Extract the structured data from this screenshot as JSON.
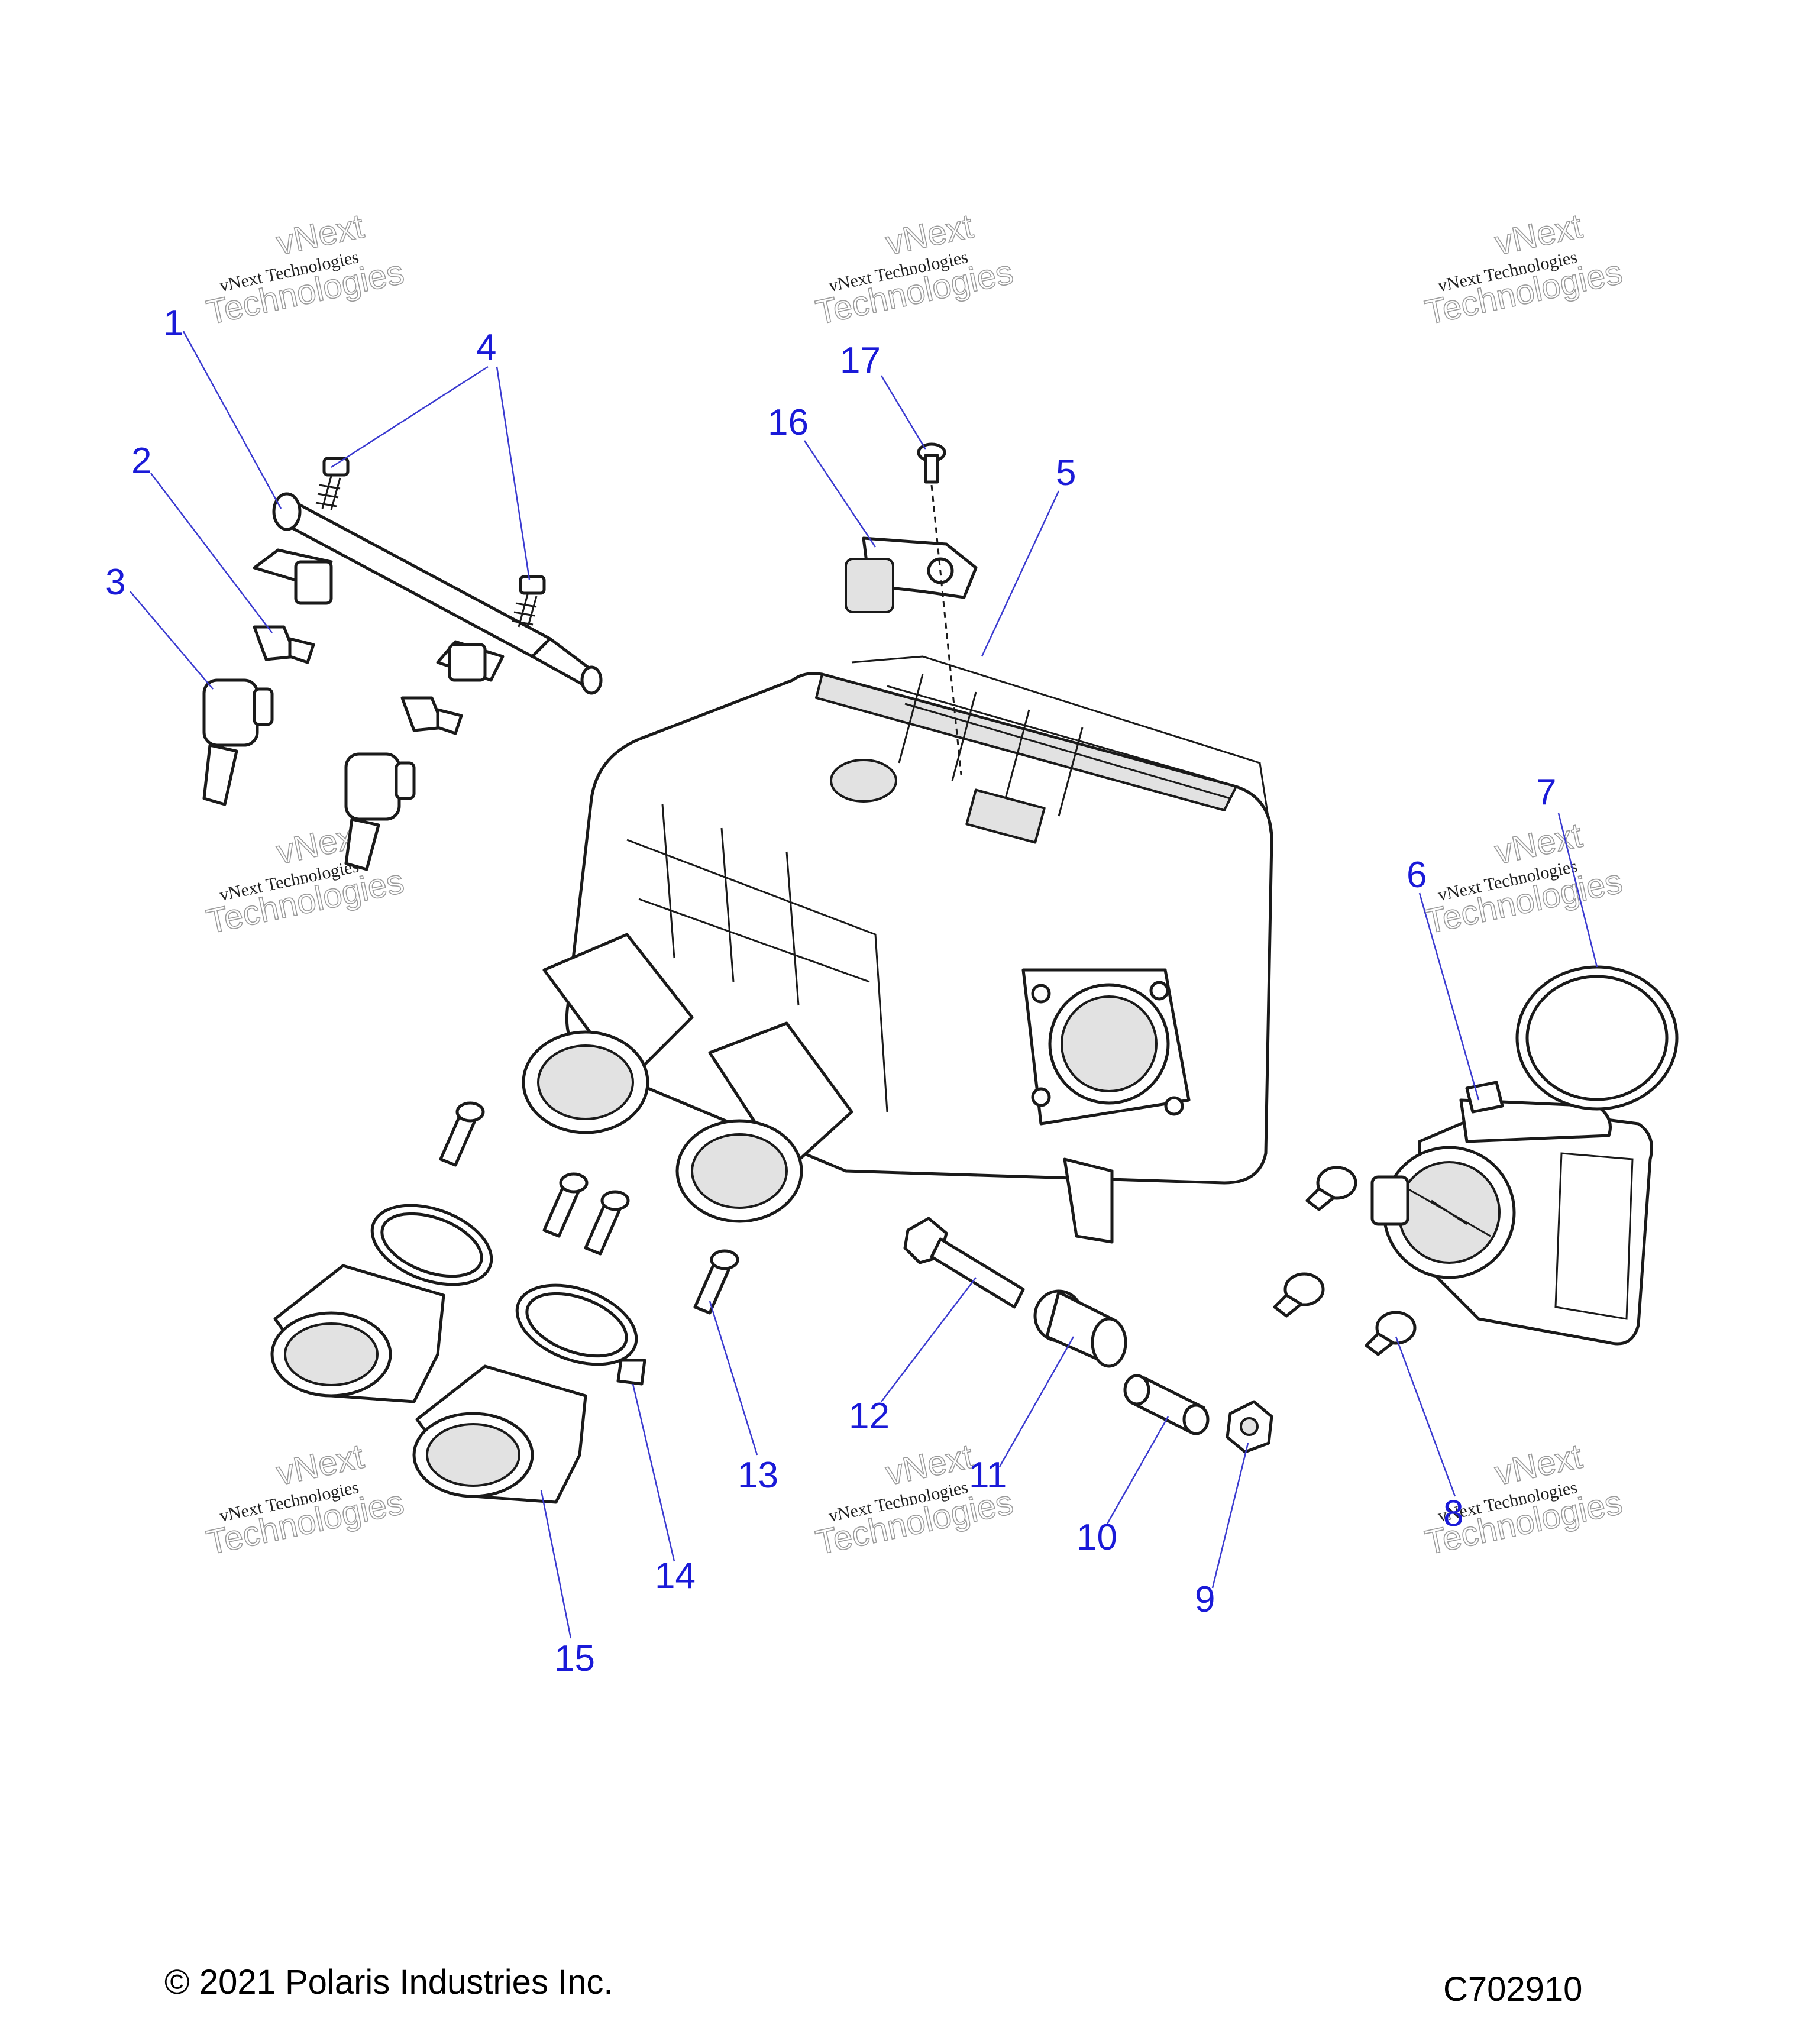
{
  "watermark": {
    "line_small": "vNext Technologies",
    "line_big_1": "vNext",
    "line_big_2": "Technologies"
  },
  "callouts": [
    "1",
    "2",
    "3",
    "4",
    "5",
    "6",
    "7",
    "8",
    "9",
    "10",
    "11",
    "12",
    "13",
    "14",
    "15",
    "16",
    "17"
  ],
  "footer": {
    "copyright": "© 2021 Polaris Industries Inc.",
    "drawing_id": "C702910"
  }
}
